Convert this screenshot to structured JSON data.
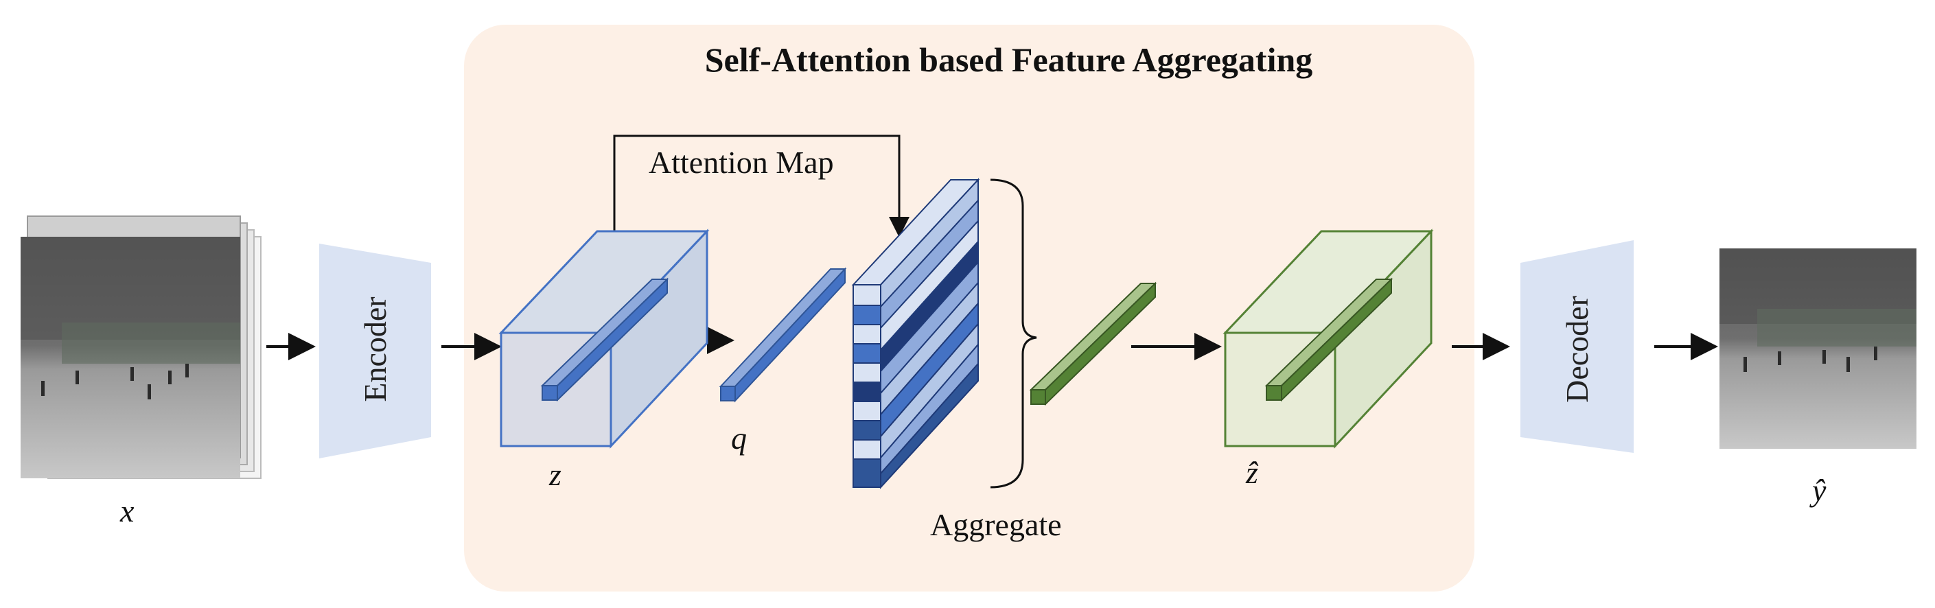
{
  "panel": {
    "title": "Self-Attention based Feature Aggregating",
    "background": "#fdf0e6"
  },
  "labels": {
    "attention_map": "Attention Map",
    "aggregate": "Aggregate",
    "encoder": "Encoder",
    "decoder": "Decoder",
    "x": "x",
    "z": "z",
    "q": "q",
    "z_hat": "ẑ",
    "y_hat": "ŷ"
  },
  "colors": {
    "blue_dark": "#4472c4",
    "blue_light": "#8faadc",
    "blue_deep": "#1f3a78",
    "green": "#548235",
    "green_face": "#e2ebd3",
    "trapezoid": "#dae3f3"
  },
  "icons": {
    "input_frames": "video-frame-stack-icon",
    "output_frame": "video-frame-icon"
  }
}
